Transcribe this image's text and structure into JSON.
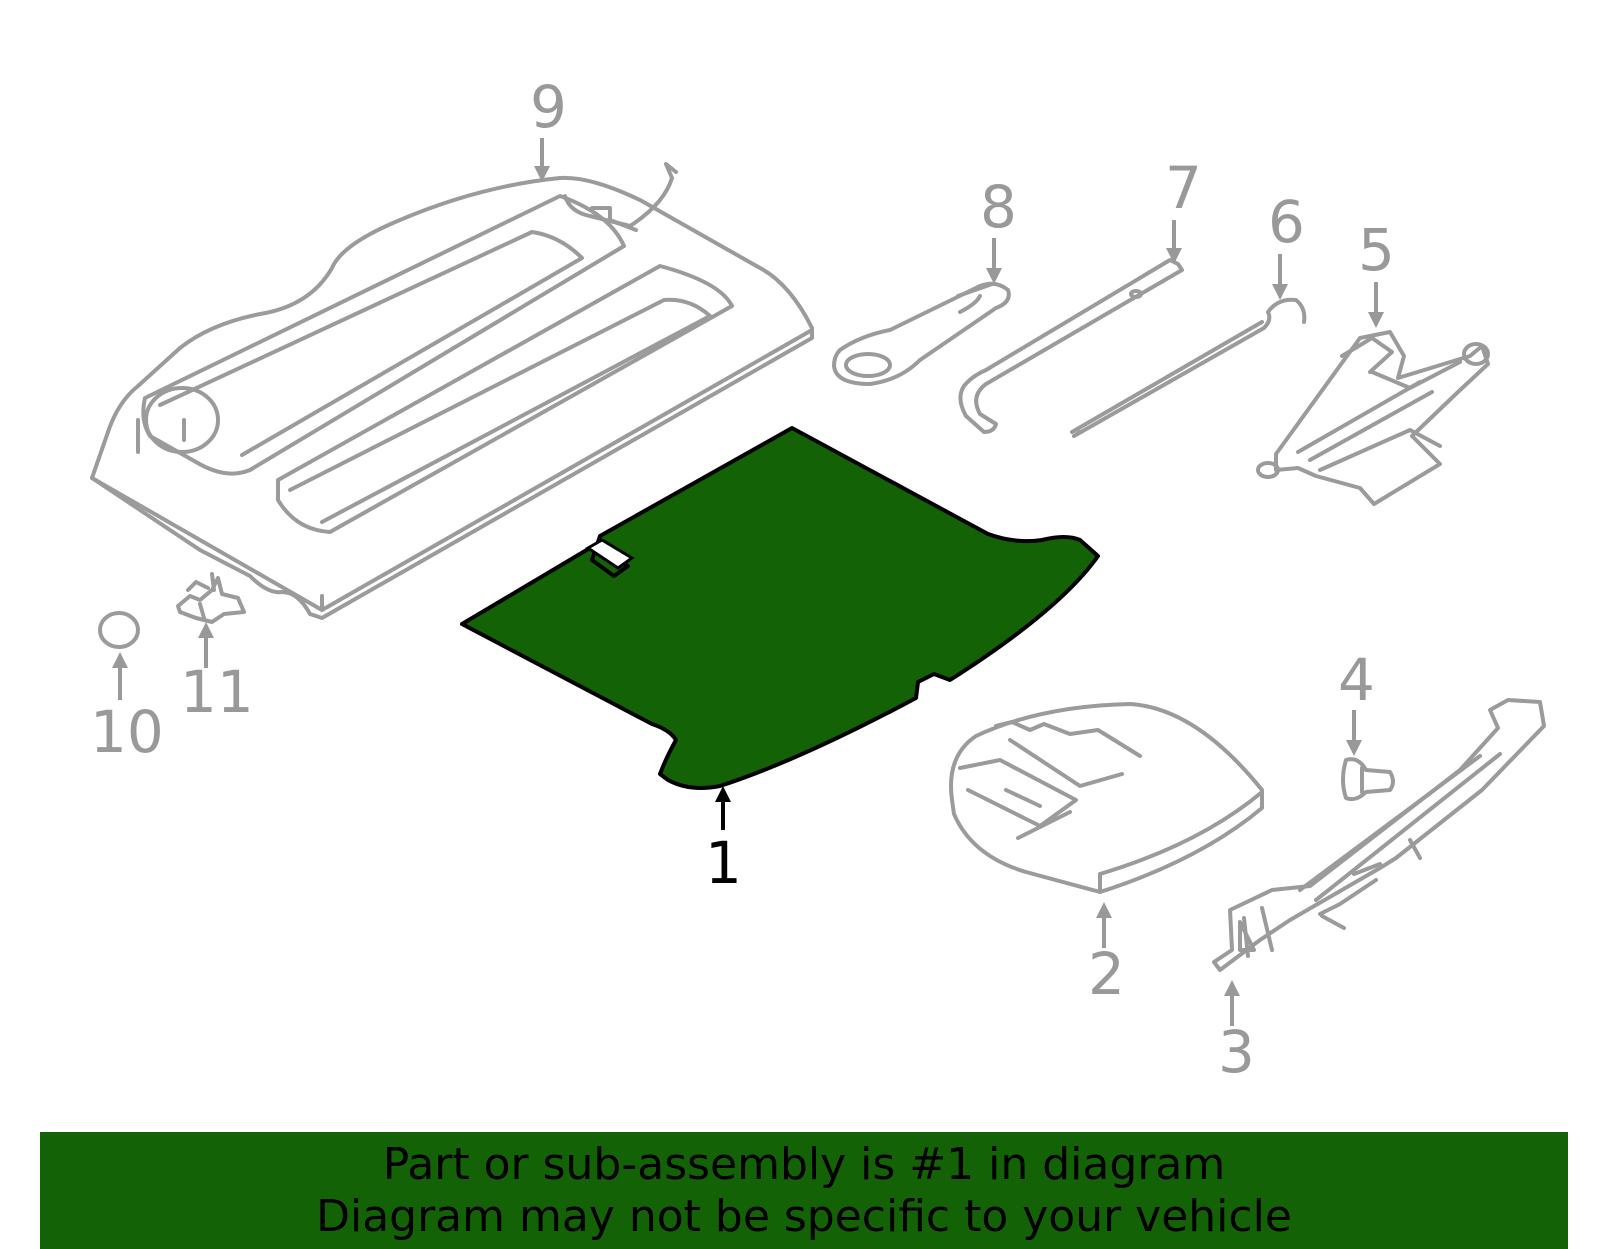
{
  "callouts": {
    "c1": "1",
    "c2": "2",
    "c3": "3",
    "c4": "4",
    "c5": "5",
    "c6": "6",
    "c7": "7",
    "c8": "8",
    "c9": "9",
    "c10": "10",
    "c11": "11"
  },
  "highlight": {
    "part": "1",
    "color": "#136306"
  },
  "banner": {
    "line1": "Part or sub-assembly is #1 in diagram",
    "line2": "Diagram may not be specific to your vehicle",
    "color": "#136306"
  },
  "colors": {
    "part_outline": "#9b9b9b",
    "callout_inactive": "#999999",
    "callout_active": "#000000"
  }
}
